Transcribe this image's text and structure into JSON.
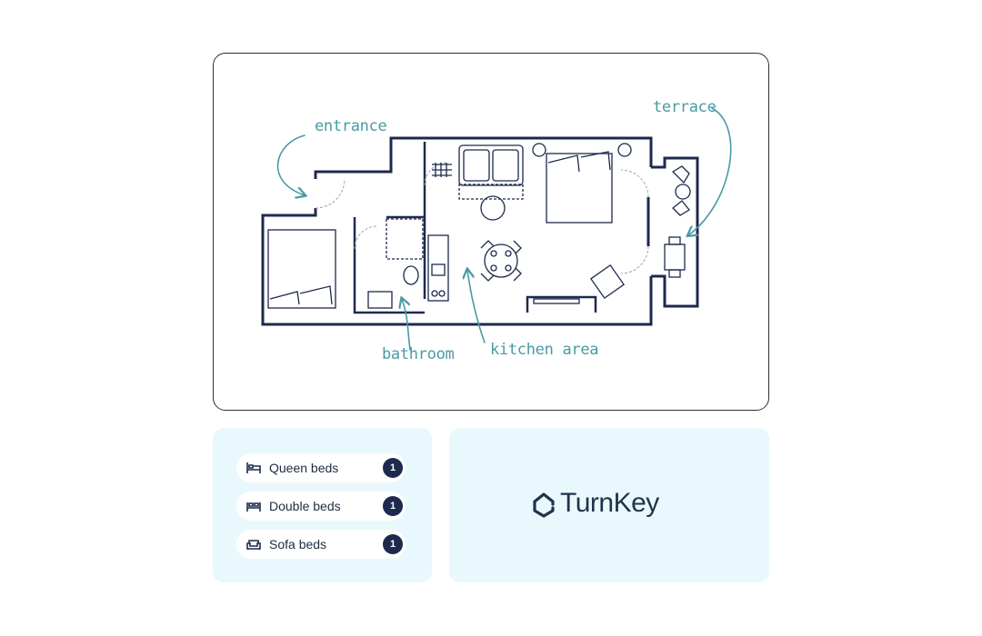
{
  "floorplan": {
    "labels": {
      "entrance": "entrance",
      "terrace": "terrace",
      "bathroom": "bathroom",
      "kitchen_area": "kitchen area"
    },
    "wall_color": "#1d2a4d",
    "label_color": "#4a9aa5"
  },
  "beds": [
    {
      "label": "Queen beds",
      "count": "1",
      "icon": "bed-icon"
    },
    {
      "label": "Double beds",
      "count": "1",
      "icon": "bed-icon"
    },
    {
      "label": "Sofa beds",
      "count": "1",
      "icon": "sofa-icon"
    }
  ],
  "brand": {
    "name": "TurnKey",
    "icon": "house-logo-icon",
    "color": "#1f3349"
  },
  "colors": {
    "card_bg": "#e9f8fc",
    "badge_bg": "#1d2a4d"
  }
}
